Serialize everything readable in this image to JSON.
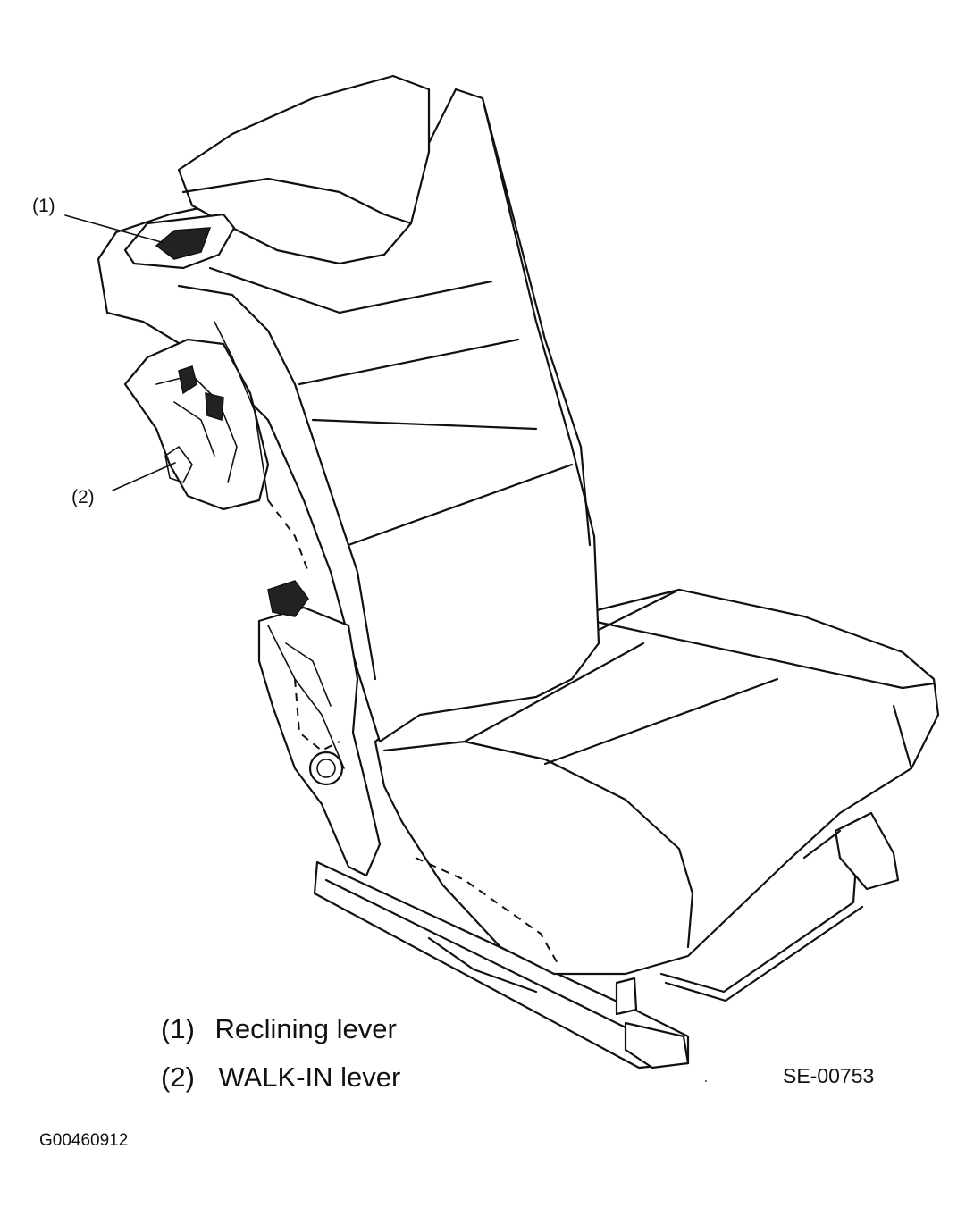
{
  "callouts": [
    {
      "id": "1",
      "text": "(1)"
    },
    {
      "id": "2",
      "text": "(2)"
    }
  ],
  "legend": [
    {
      "num": "(1)",
      "label": "Reclining lever"
    },
    {
      "num": "(2)",
      "label": "WALK-IN lever"
    }
  ],
  "figure_code": "SE-00753",
  "document_code": "G00460912"
}
